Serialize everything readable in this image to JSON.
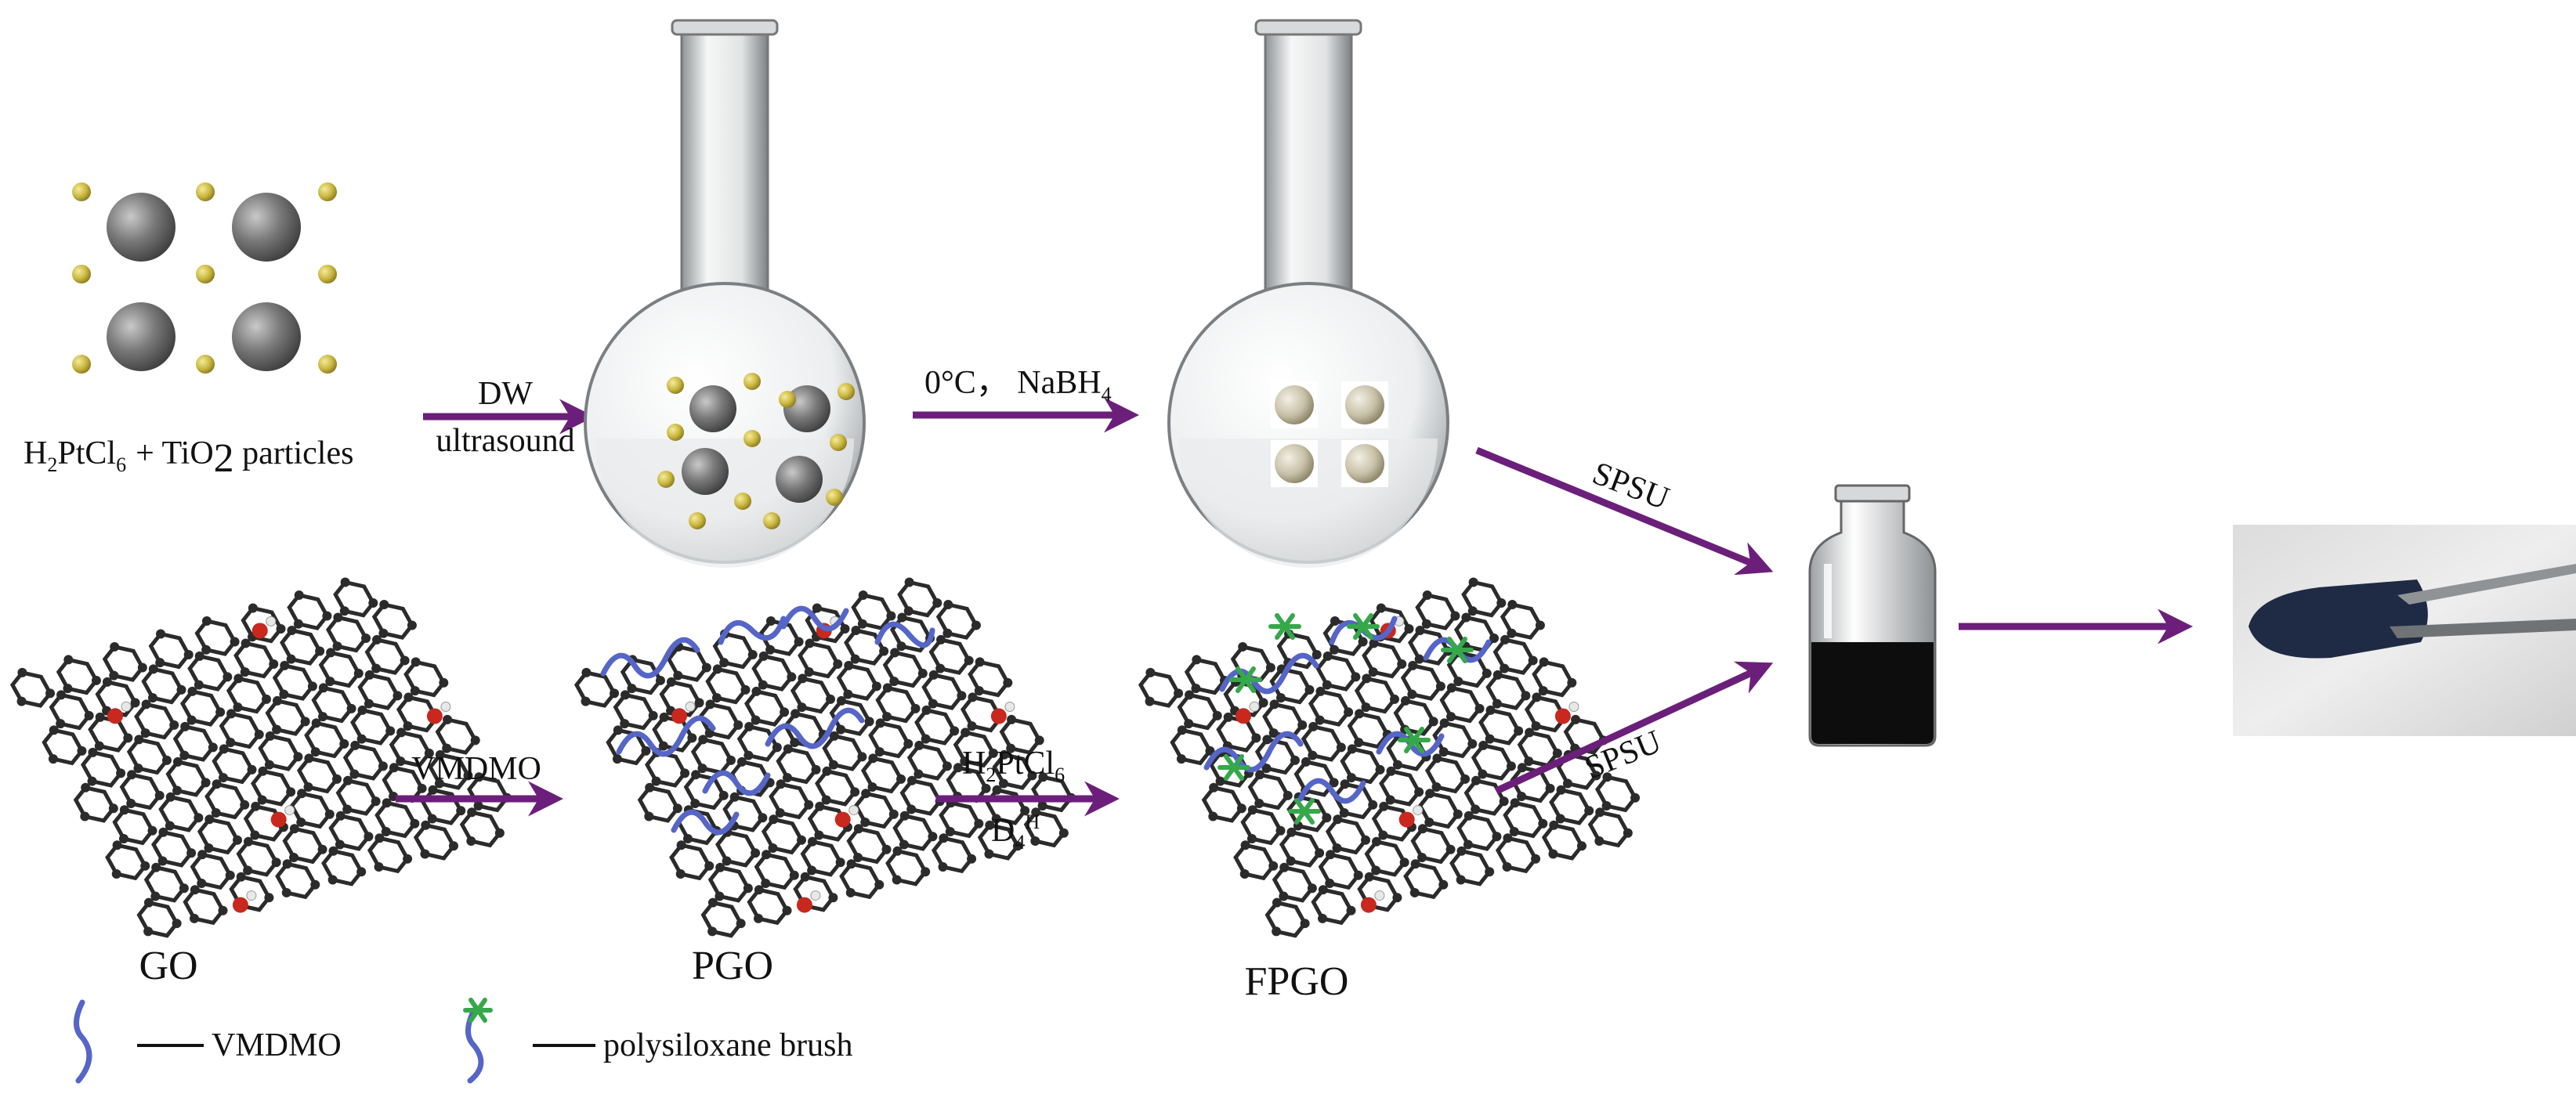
{
  "colors": {
    "arrow": "#6b1f7a",
    "carbon": "#2b2b2b",
    "oxygen": "#c8281e",
    "hydrogen": "#e8e8e8",
    "tio2": "#6f6f6f",
    "pt": "#cdbb4a",
    "chain": "#5565c8",
    "brush": "#35a84a",
    "liquid": "#0d0d0d"
  },
  "top_row": {
    "precursor_label": {
      "h": "H",
      "s2": "2",
      "ptcl": "PtCl",
      "s6": "6",
      "plus": "+ TiO",
      "s2b": "2",
      "rest": " particles"
    },
    "step1": {
      "line1": "DW",
      "line2": "ultrasound"
    },
    "step2": {
      "text": "0°C， NaBH",
      "sub": "4"
    },
    "to_vial_label": "SPSU"
  },
  "bottom_row": {
    "go_label": "GO",
    "step3_label": "VMDMO",
    "pgo_label": "PGO",
    "step4": {
      "line1_main": "H",
      "line1_s1": "2",
      "line1_mid": "PtCl",
      "line1_s2": "6",
      "line2_main": "D",
      "line2_s1": "4",
      "line2_sup": "H"
    },
    "fpgo_label": "FPGO",
    "to_vial_label": "SPSU"
  },
  "legend": [
    {
      "icon": "vmdmo-chain-icon",
      "text": "VMDMO"
    },
    {
      "icon": "polysiloxane-brush-icon",
      "text": "polysiloxane brush"
    }
  ]
}
